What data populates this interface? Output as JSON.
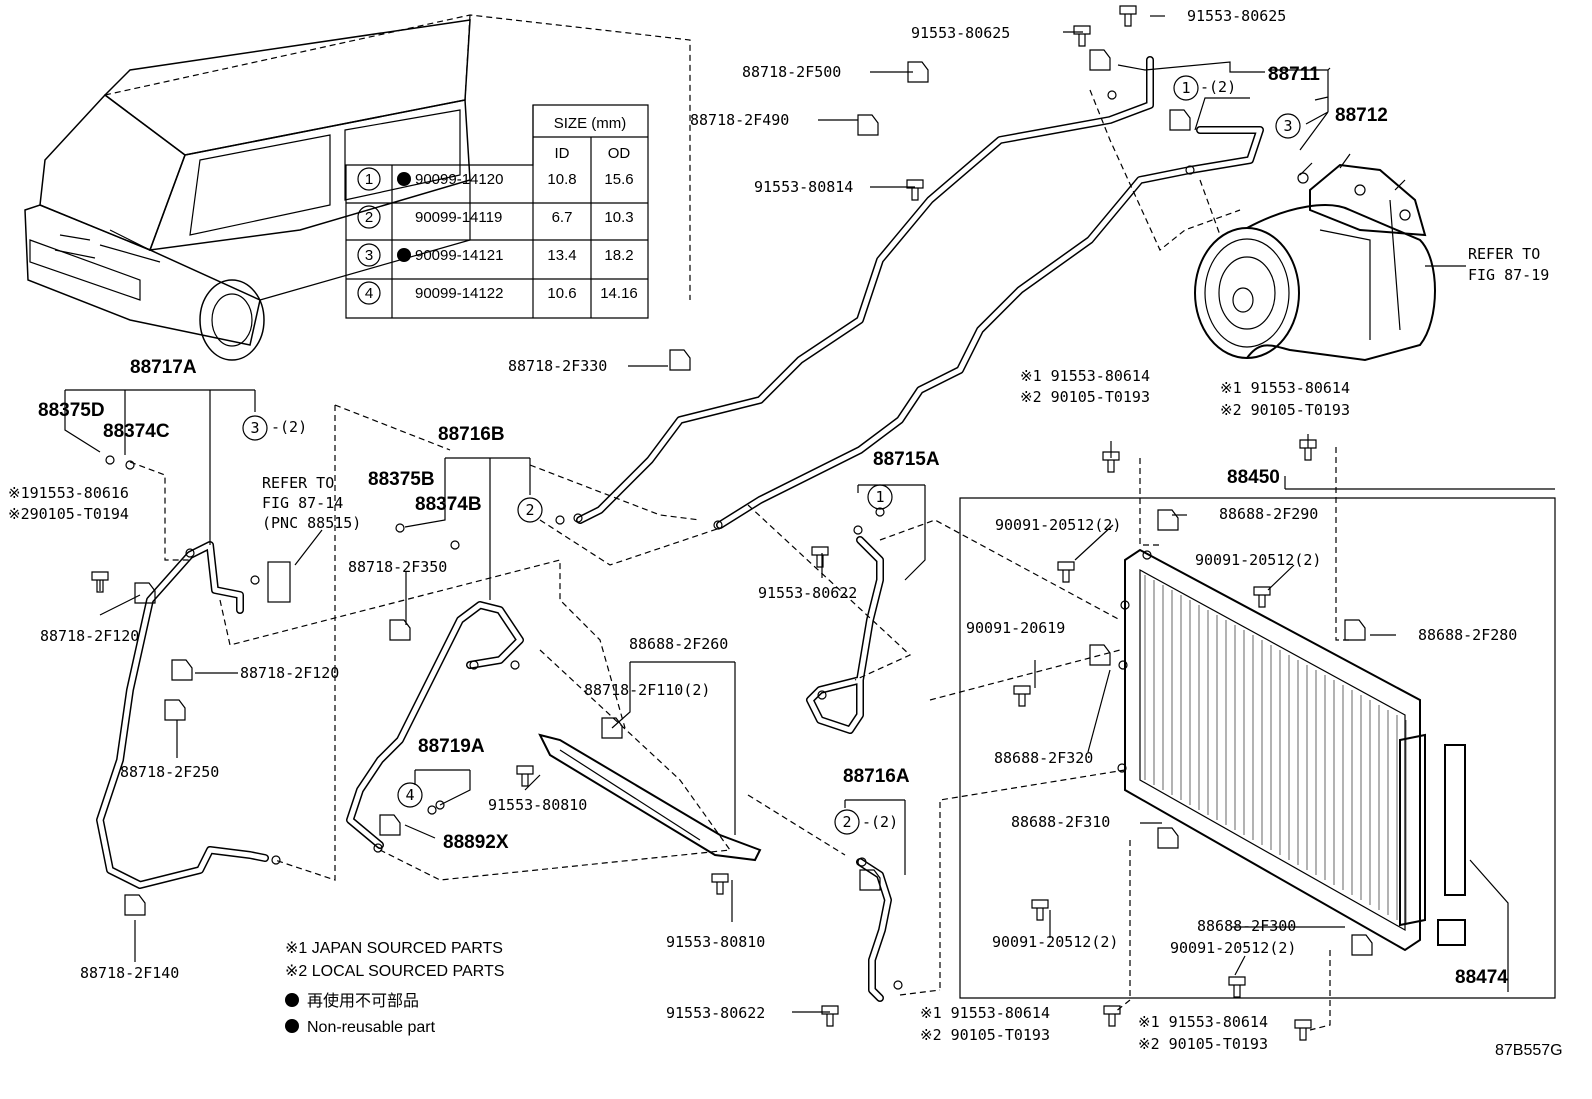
{
  "size_table": {
    "header_size": "SIZE (mm)",
    "header_id": "ID",
    "header_od": "OD",
    "rows": [
      {
        "num": "1",
        "part": "90099-14120",
        "id": "10.8",
        "od": "15.6",
        "non_reusable": true
      },
      {
        "num": "2",
        "part": "90099-14119",
        "id": "6.7",
        "od": "10.3",
        "non_reusable": false
      },
      {
        "num": "3",
        "part": "90099-14121",
        "id": "13.4",
        "od": "18.2",
        "non_reusable": true
      },
      {
        "num": "4",
        "part": "90099-14122",
        "id": "10.6",
        "od": "14.16",
        "non_reusable": false
      }
    ]
  },
  "legend": {
    "japan": "※1 JAPAN SOURCED PARTS",
    "local": "※2 LOCAL SOURCED PARTS",
    "jp_nonreuse": "再使用不可部品",
    "en_nonreuse": "Non-reusable part"
  },
  "circle_numbers": {
    "one": "1",
    "two": "2",
    "three": "3",
    "four": "4"
  },
  "callouts": {
    "p88717A": "88717A",
    "p88375D": "88375D",
    "p88374C": "88374C",
    "c3_qty": "-(2)",
    "refer_87_14_a": "REFER TO",
    "refer_87_14_b": "FIG 87-14",
    "refer_87_14_c": "(PNC 88515)",
    "j91553_80616": "※191553-80616",
    "l90105_T0194": "※290105-T0194",
    "p88718_2F120_a": "88718-2F120",
    "p88718_2F120_b": "88718-2F120",
    "p88718_2F250": "88718-2F250",
    "p88718_2F140": "88718-2F140",
    "p88716B": "88716B",
    "p88375B": "88375B",
    "p88374B": "88374B",
    "p88718_2F350": "88718-2F350",
    "p88719A": "88719A",
    "p88892X": "88892X",
    "p88718_2F330": "88718-2F330",
    "p88688_2F260": "88688-2F260",
    "p88718_2F110": "88718-2F110(2)",
    "p91553_80810_a": "91553-80810",
    "p91553_80810_b": "91553-80810",
    "p91553_80625_a": "91553-80625",
    "p91553_80625_b": "91553-80625",
    "p88718_2F500": "88718-2F500",
    "p88718_2F490": "88718-2F490",
    "p91553_80814": "91553-80814",
    "p88711": "88711",
    "c1_qty": "-(2)",
    "p88712": "88712",
    "refer_87_19_a": "REFER TO",
    "refer_87_19_b": "FIG 87-19",
    "p88715A": "88715A",
    "p91553_80622_a": "91553-80622",
    "p91553_80622_b": "91553-80622",
    "p88716A": "88716A",
    "c2_qty": "-(2)",
    "j91553_80614_a": "※1 91553-80614",
    "l90105_T0193_a": "※2 90105-T0193",
    "j91553_80614_b": "※1 91553-80614",
    "l90105_T0193_b": "※2 90105-T0193",
    "j91553_80614_c": "※1 91553-80614",
    "l90105_T0193_c": "※2 90105-T0193",
    "j91553_80614_d": "※1 91553-80614",
    "l90105_T0193_d": "※2 90105-T0193",
    "p88450": "88450",
    "p90091_20512_a": "90091-20512(2)",
    "p90091_20512_b": "90091-20512(2)",
    "p90091_20512_c": "90091-20512(2)",
    "p90091_20512_d": "90091-20512(2)",
    "p88688_2F290": "88688-2F290",
    "p88688_2F280": "88688-2F280",
    "p90091_20619": "90091-20619",
    "p88688_2F320": "88688-2F320",
    "p88688_2F310": "88688-2F310",
    "p88688_2F300": "88688-2F300",
    "p88474": "88474",
    "fig_code": "87B557G"
  }
}
